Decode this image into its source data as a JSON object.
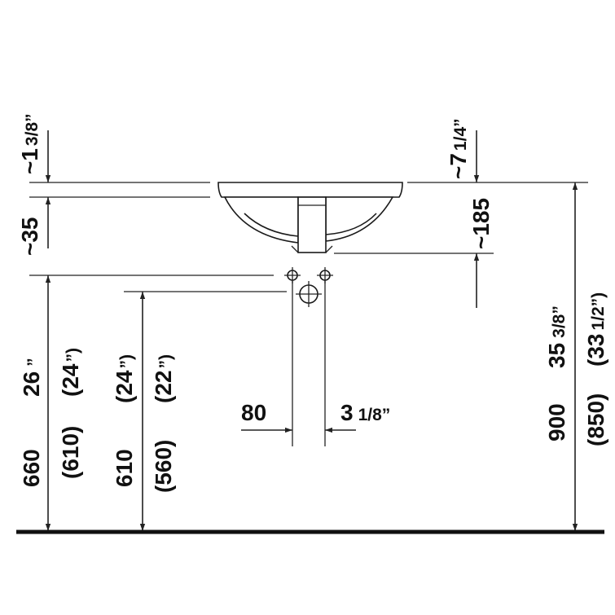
{
  "dimensions": {
    "top_offset": {
      "prefix": "~1",
      "fraction": "3/8”"
    },
    "rim_height": "~35",
    "basin_depth_mm": "~185",
    "basin_depth_in": {
      "prefix": "~7",
      "fraction": "1/4”"
    },
    "drain_offset_mm": "80",
    "drain_offset_in": {
      "prefix": "3",
      "fraction": "1/8”"
    },
    "supply_height": {
      "mm": "660",
      "alt_mm": "(610)",
      "inch": "26",
      "inch_mark": "”",
      "alt_inch": "(24",
      "alt_inch_mark": "”)"
    },
    "drain_height": {
      "mm": "610",
      "alt_mm": "(560)",
      "inch": "(24",
      "inch_mark": "”)",
      "alt_inch": "(22",
      "alt_inch_mark": "”)"
    },
    "rim_to_floor": {
      "mm": "900",
      "alt_mm": "(850)",
      "inch": "35",
      "inch_frac": "3/8”",
      "alt_inch": "(33",
      "alt_inch_frac": "1/2”)"
    }
  },
  "colors": {
    "line": "#222222",
    "text": "#111111",
    "floor": "#111111",
    "background": "#ffffff"
  }
}
